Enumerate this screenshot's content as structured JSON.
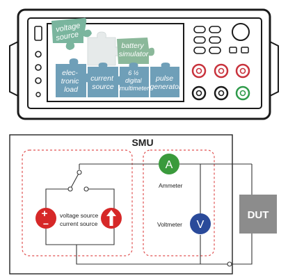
{
  "instrument": {
    "puzzle_pieces": {
      "voltage_source": [
        "voltage",
        "source"
      ],
      "battery_simulator": [
        "battery",
        "simulator"
      ],
      "electronic_load": [
        "elec-",
        "tronic",
        "load"
      ],
      "current_source": [
        "current",
        "source"
      ],
      "digital_multimeter": [
        "6 ½",
        "digital",
        "multimeter"
      ],
      "pulse_generator": [
        "pulse",
        "generator"
      ]
    },
    "colors": {
      "body": "#ffffff",
      "outline": "#1a1a1a",
      "puzzle_teal": "#6a9fb2",
      "puzzle_green": "#8bb89a",
      "puzzle_white": "#e8ecec",
      "red_terminal": "#c8323c",
      "green_terminal": "#2e9a4a"
    }
  },
  "schematic": {
    "smu_label": "SMU",
    "dut_label": "DUT",
    "ammeter_symbol": "A",
    "ammeter_label": "Ammeter",
    "voltmeter_symbol": "V",
    "voltmeter_label": "Voltmeter",
    "source_label_1": "voltage source",
    "source_label_2": "current source",
    "plus_sign": "+",
    "minus_sign": "−",
    "colors": {
      "ammeter": "#3a9a3c",
      "voltmeter": "#2a4a9a",
      "source_red": "#d62828",
      "dashed_box": "#e05050",
      "dut": "#8c8c8c",
      "wire": "#333333"
    }
  }
}
